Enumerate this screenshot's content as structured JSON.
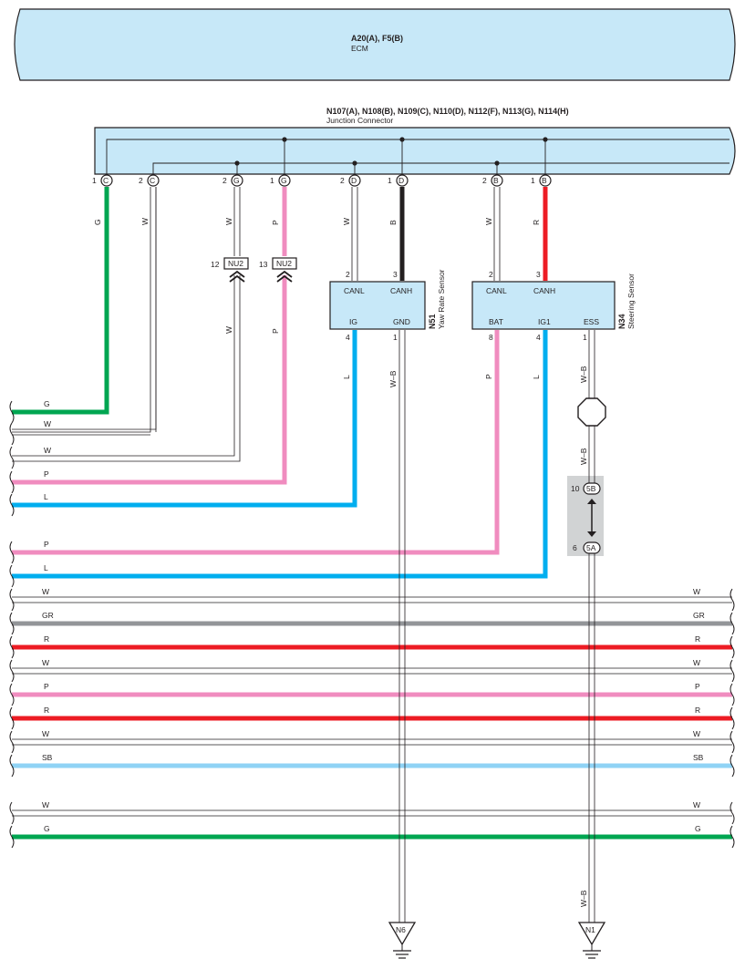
{
  "colors": {
    "G": "#00a651",
    "W": "#ffffff",
    "P": "#f08cbf",
    "L": "#00aeef",
    "B": "#231f20",
    "R": "#ed1c24",
    "GR": "#939598",
    "SB": "#8fd3f5",
    "box_fill": "#c7e8f8",
    "stroke": "#231f20",
    "shade": "#d1d3d4"
  },
  "icons": [
    "wire-break-icon",
    "splice-dot-icon",
    "inline-connector-icon",
    "junction-pin-circle-icon",
    "ground-triangle-icon",
    "octagon-fuse-icon"
  ],
  "ecm": {
    "code": "A20(A), F5(B)",
    "name": "ECM"
  },
  "junction": {
    "code": "N107(A), N108(B), N109(C), N110(D), N112(F), N113(G), N114(H)",
    "name": "Junction Connector"
  },
  "junction_pins": [
    {
      "num": "1",
      "letter": "C"
    },
    {
      "num": "2",
      "letter": "C"
    },
    {
      "num": "2",
      "letter": "G"
    },
    {
      "num": "1",
      "letter": "G"
    },
    {
      "num": "2",
      "letter": "D"
    },
    {
      "num": "1",
      "letter": "D"
    },
    {
      "num": "2",
      "letter": "B"
    },
    {
      "num": "1",
      "letter": "B"
    }
  ],
  "wire_colors_upper": [
    "G",
    "W",
    "W",
    "P",
    "W",
    "B",
    "W",
    "R"
  ],
  "inline_nu2": [
    {
      "num": "12",
      "label": "NU2"
    },
    {
      "num": "13",
      "label": "NU2"
    }
  ],
  "yaw_sensor": {
    "code": "N51",
    "name": "Yaw Rate Sensor",
    "top_pins": [
      {
        "num": "2",
        "label": "CANL"
      },
      {
        "num": "3",
        "label": "CANH"
      }
    ],
    "bottom_pins": [
      {
        "num": "4",
        "label": "IG"
      },
      {
        "num": "1",
        "label": "GND"
      }
    ]
  },
  "steering_sensor": {
    "code": "N34",
    "name": "Steering Sensor",
    "top_pins": [
      {
        "num": "2",
        "label": "CANL"
      },
      {
        "num": "3",
        "label": "CANH"
      }
    ],
    "bottom_pins": [
      {
        "num": "8",
        "label": "BAT"
      },
      {
        "num": "4",
        "label": "IG1"
      },
      {
        "num": "1",
        "label": "ESS"
      }
    ]
  },
  "wire_colors_mid": {
    "w_lower_1": "W",
    "p_lower": "P",
    "l_yaw": "L",
    "wb_yaw": "W–B",
    "p_bat": "P",
    "l_ig1": "L",
    "wb_ess": "W–B",
    "wb_ess2": "W–B",
    "wb_ess3": "W–B"
  },
  "inline_5": [
    {
      "num": "10",
      "label": "5B"
    },
    {
      "num": "6",
      "label": "5A"
    }
  ],
  "left_wires": [
    "G",
    "W",
    "W",
    "P",
    "L",
    "P",
    "L"
  ],
  "through_wires": [
    {
      "left": "W",
      "right": "W"
    },
    {
      "left": "GR",
      "right": "GR"
    },
    {
      "left": "R",
      "right": "R"
    },
    {
      "left": "W",
      "right": "W"
    },
    {
      "left": "P",
      "right": "P"
    },
    {
      "left": "R",
      "right": "R"
    },
    {
      "left": "W",
      "right": "W"
    },
    {
      "left": "SB",
      "right": "SB"
    },
    {
      "left": "W",
      "right": "W"
    },
    {
      "left": "G",
      "right": "G"
    }
  ],
  "grounds": [
    "N6",
    "N1"
  ]
}
